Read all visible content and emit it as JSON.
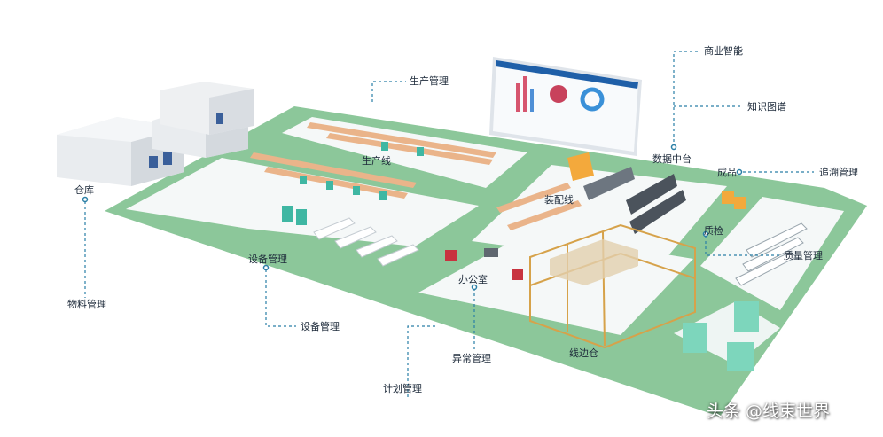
{
  "colors": {
    "floor_green": "#8cc79a",
    "floor_white": "#f5f8f8",
    "line_blue": "#2a7fa6",
    "bench_orange": "#eab48a",
    "machine_teal": "#3fb7a3",
    "building_grey": "#e3e7ea"
  },
  "labels": {
    "warehouse": "仓库",
    "material_mgmt": "物料管理",
    "production_mgmt": "生产管理",
    "production_line": "生产线",
    "equipment_mgmt_top": "设备管理",
    "equipment_mgmt_bottom": "设备管理",
    "office": "办公室",
    "exception_mgmt": "异常管理",
    "planning_mgmt": "计划管理",
    "assembly_line": "装配线",
    "lineside_store": "线边仓",
    "data_center": "数据中台",
    "business_intel": "商业智能",
    "knowledge_graph": "知识图谱",
    "finished_goods": "成品",
    "traceability": "追溯管理",
    "inspection": "质检",
    "quality_mgmt": "质量管理"
  },
  "watermark": "头条 @线束世界"
}
